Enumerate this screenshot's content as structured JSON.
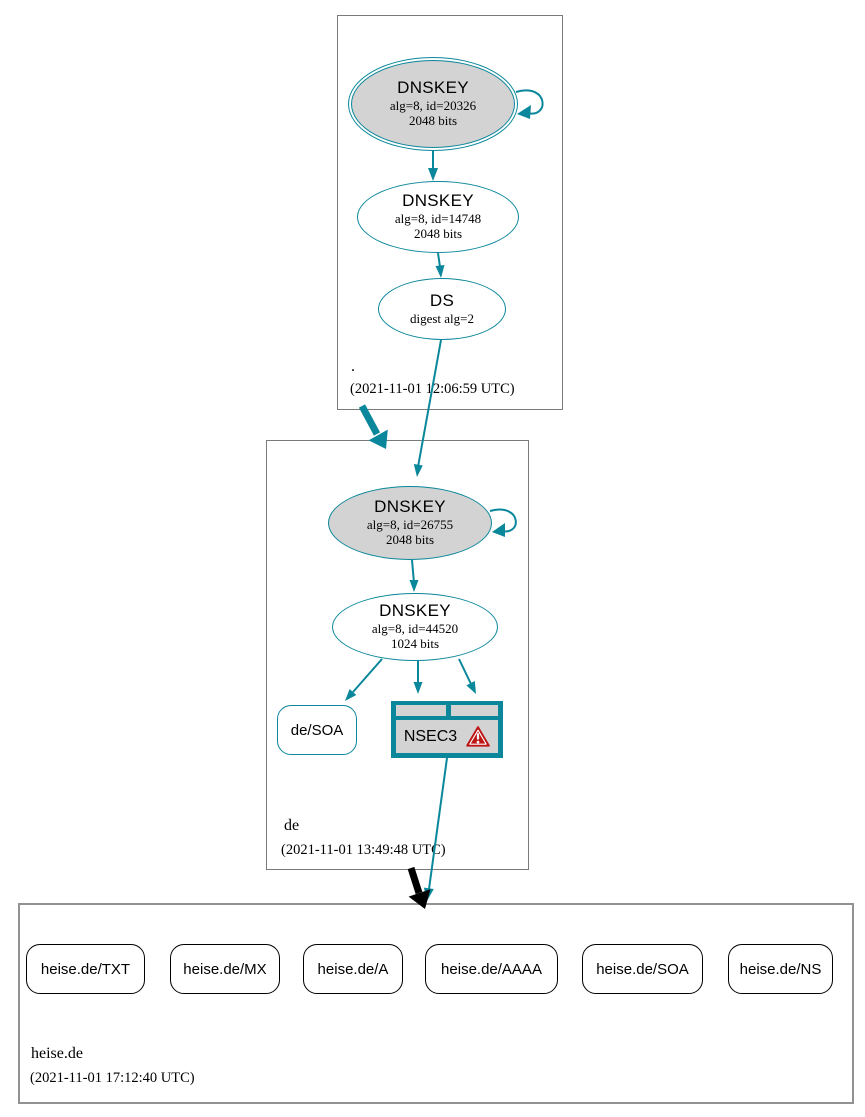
{
  "diagram": {
    "kind": "dnssec-authentication-chain-graph",
    "colors": {
      "secure": "#0a879a",
      "error": "#be1515",
      "key_fill": "#d3d3d3"
    }
  },
  "zones": {
    "root": {
      "name": ".",
      "timestamp": "(2021-11-01 12:06:59 UTC)",
      "ksk": {
        "title": "DNSKEY",
        "detail1": "alg=8, id=20326",
        "detail2": "2048 bits"
      },
      "zsk": {
        "title": "DNSKEY",
        "detail1": "alg=8, id=14748",
        "detail2": "2048 bits"
      },
      "ds": {
        "title": "DS",
        "detail1": "digest alg=2"
      }
    },
    "de": {
      "name": "de",
      "timestamp": "(2021-11-01 13:49:48 UTC)",
      "ksk": {
        "title": "DNSKEY",
        "detail1": "alg=8, id=26755",
        "detail2": "2048 bits"
      },
      "zsk": {
        "title": "DNSKEY",
        "detail1": "alg=8, id=44520",
        "detail2": "1024 bits"
      },
      "soa": {
        "label": "de/SOA"
      },
      "nsec3": {
        "label": "NSEC3",
        "icon": "warning-triangle"
      }
    },
    "heise_de": {
      "name": "heise.de",
      "timestamp": "(2021-11-01 17:12:40 UTC)",
      "rrsets": [
        {
          "label": "heise.de/TXT"
        },
        {
          "label": "heise.de/MX"
        },
        {
          "label": "heise.de/A"
        },
        {
          "label": "heise.de/AAAA"
        },
        {
          "label": "heise.de/SOA"
        },
        {
          "label": "heise.de/NS"
        }
      ]
    }
  }
}
